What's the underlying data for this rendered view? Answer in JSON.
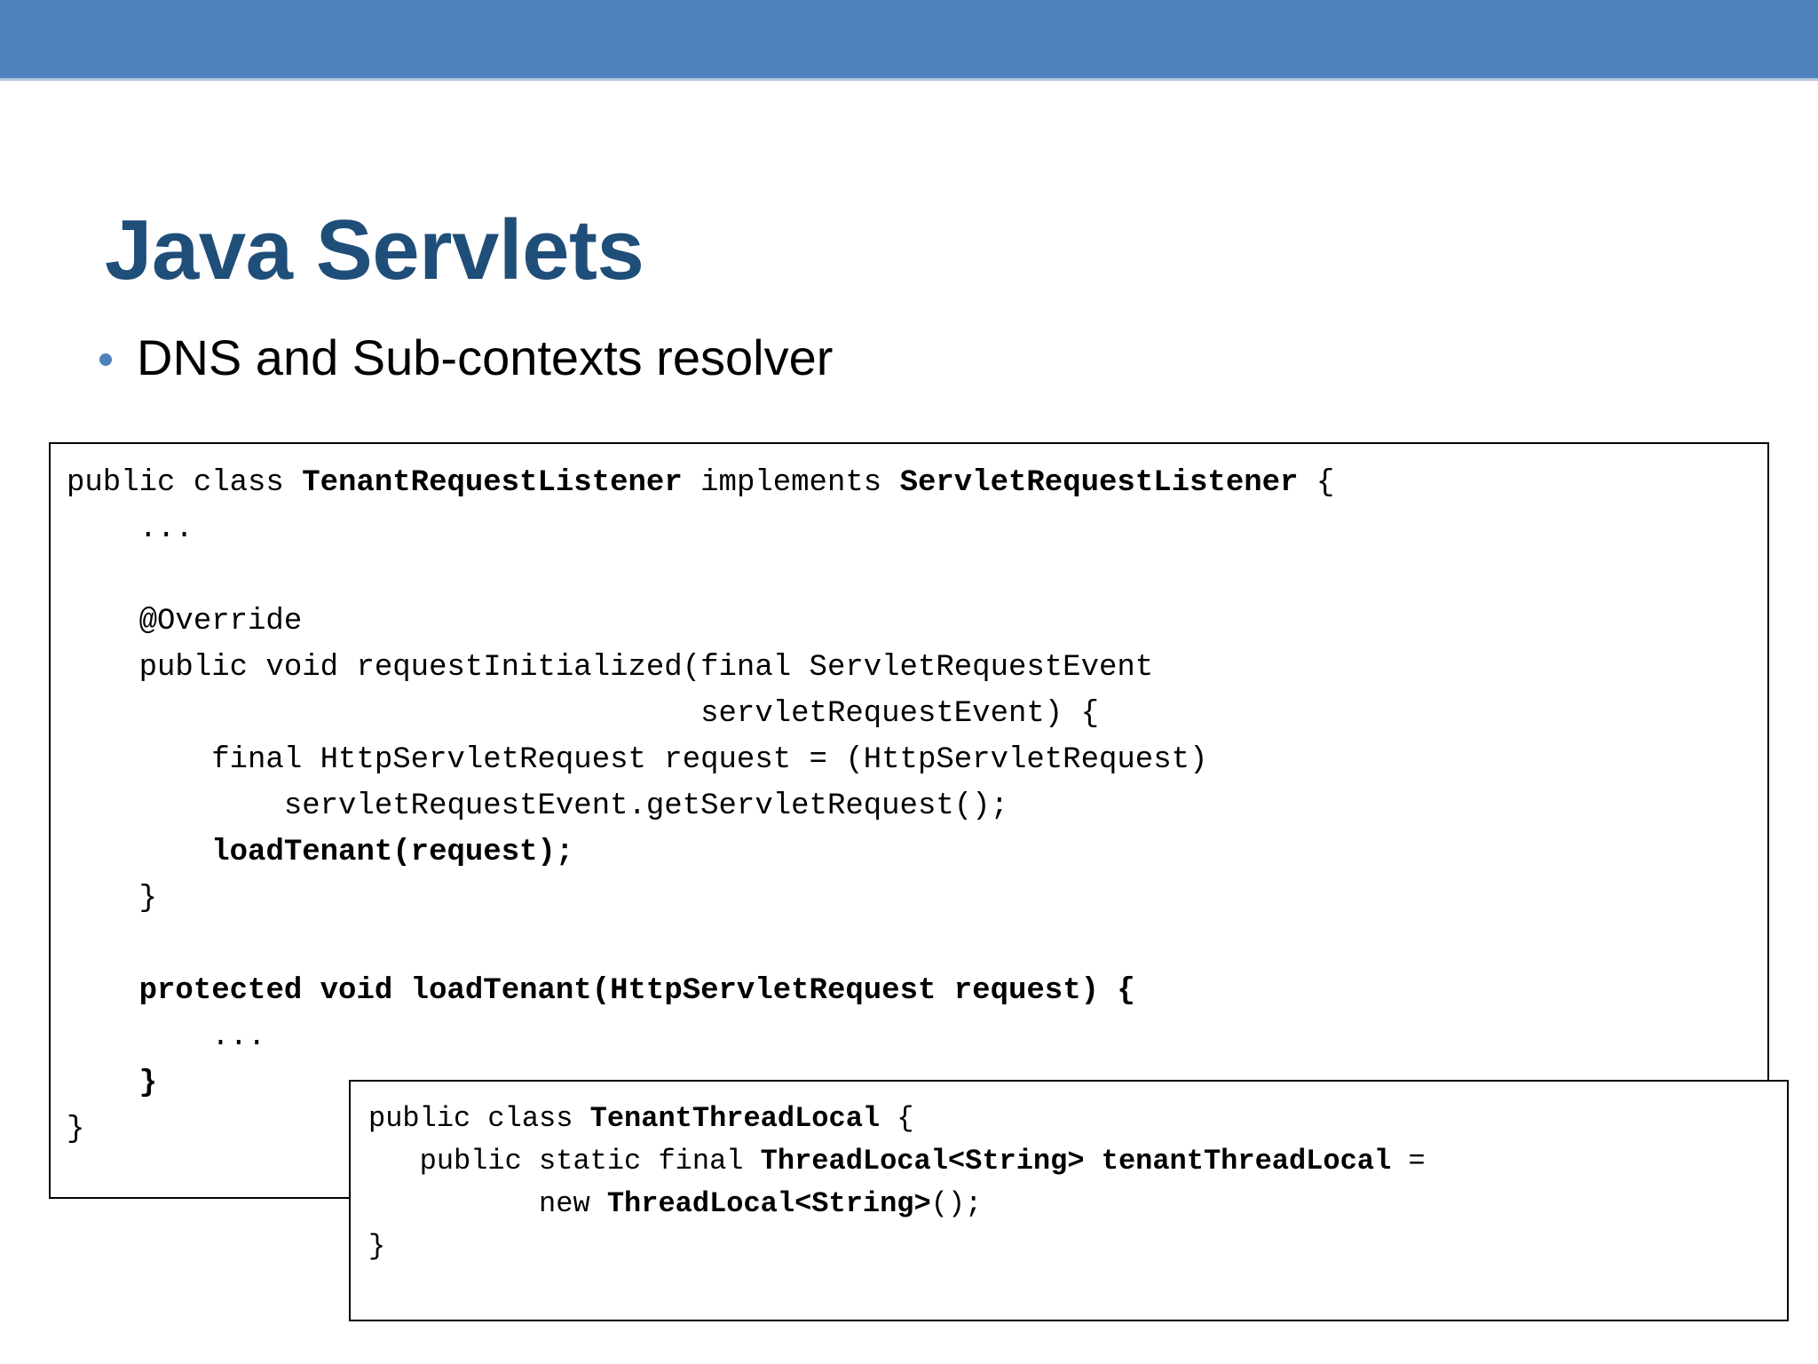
{
  "slide": {
    "title": "Java Servlets",
    "bullets": [
      {
        "marker": "•",
        "text": "DNS and Sub-contexts resolver"
      }
    ],
    "accent_color": "#4F81BD",
    "title_color": "#1F4E79",
    "background_color": "#FFFFFF"
  },
  "code_outer": {
    "lines": [
      [
        {
          "t": "public class ",
          "bold": false
        },
        {
          "t": "TenantRequestListener",
          "bold": true
        },
        {
          "t": " implements ",
          "bold": false
        },
        {
          "t": "ServletRequestListener",
          "bold": true
        },
        {
          "t": " {",
          "bold": false
        }
      ],
      [
        {
          "t": "    ...",
          "bold": false
        }
      ],
      [
        {
          "t": "",
          "bold": false
        }
      ],
      [
        {
          "t": "    @Override",
          "bold": false
        }
      ],
      [
        {
          "t": "    public void requestInitialized(final ServletRequestEvent",
          "bold": false
        }
      ],
      [
        {
          "t": "                                   servletRequestEvent) {",
          "bold": false
        }
      ],
      [
        {
          "t": "        final HttpServletRequest request = (HttpServletRequest)",
          "bold": false
        }
      ],
      [
        {
          "t": "            servletRequestEvent.getServletRequest();",
          "bold": false
        }
      ],
      [
        {
          "t": "        ",
          "bold": false
        },
        {
          "t": "loadTenant(request);",
          "bold": true
        }
      ],
      [
        {
          "t": "    }",
          "bold": false
        }
      ],
      [
        {
          "t": "",
          "bold": false
        }
      ],
      [
        {
          "t": "    ",
          "bold": false
        },
        {
          "t": "protected void loadTenant(HttpServletRequest request) {",
          "bold": true
        }
      ],
      [
        {
          "t": "        ...",
          "bold": false
        }
      ],
      [
        {
          "t": "    ",
          "bold": false
        },
        {
          "t": "}",
          "bold": true
        }
      ],
      [
        {
          "t": "}",
          "bold": false
        }
      ]
    ]
  },
  "code_inner": {
    "lines": [
      [
        {
          "t": "public class ",
          "bold": false
        },
        {
          "t": "TenantThreadLocal",
          "bold": true
        },
        {
          "t": " {",
          "bold": false
        }
      ],
      [
        {
          "t": "   public static final ",
          "bold": false
        },
        {
          "t": "ThreadLocal<String> tenantThreadLocal",
          "bold": true
        },
        {
          "t": " =",
          "bold": false
        }
      ],
      [
        {
          "t": "          new ",
          "bold": false
        },
        {
          "t": "ThreadLocal<String>",
          "bold": true
        },
        {
          "t": "();",
          "bold": false
        }
      ],
      [
        {
          "t": "}",
          "bold": false
        }
      ]
    ]
  }
}
